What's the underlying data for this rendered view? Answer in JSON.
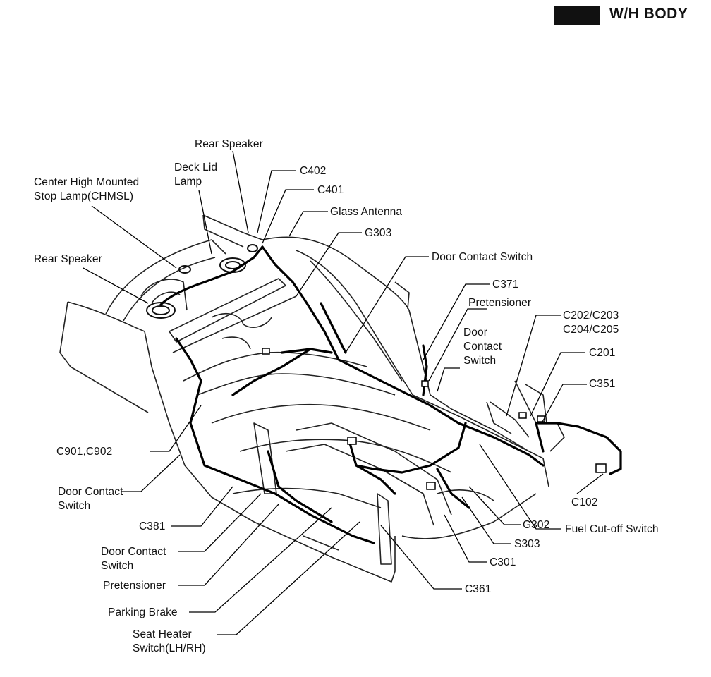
{
  "header": {
    "title": "W/H BODY"
  },
  "labels": {
    "rear_speaker_top": "Rear Speaker",
    "deck_lid_lamp": "Deck Lid\nLamp",
    "c402": "C402",
    "c401": "C401",
    "chmsl": "Center High Mounted\nStop Lamp(CHMSL)",
    "glass_antenna": "Glass Antenna",
    "g303": "G303",
    "door_contact_switch_top": "Door Contact Switch",
    "rear_speaker_left": "Rear Speaker",
    "c371": "C371",
    "pretensioner_right": "Pretensioner",
    "c202_c205": "C202/C203\nC204/C205",
    "door_contact_switch_right": "Door\nContact\nSwitch",
    "c201": "C201",
    "c351": "C351",
    "c901_c902": "C901,C902",
    "door_contact_switch_left": "Door Contact\nSwitch",
    "c102": "C102",
    "c381": "C381",
    "g302": "G302",
    "fuel_cutoff": "Fuel Cut-off Switch",
    "door_contact_switch_bottom": "Door Contact\nSwitch",
    "s303": "S303",
    "c301": "C301",
    "pretensioner_left": "Pretensioner",
    "c361": "C361",
    "parking_brake": "Parking Brake",
    "seat_heater": "Seat Heater\nSwitch(LH/RH)"
  }
}
